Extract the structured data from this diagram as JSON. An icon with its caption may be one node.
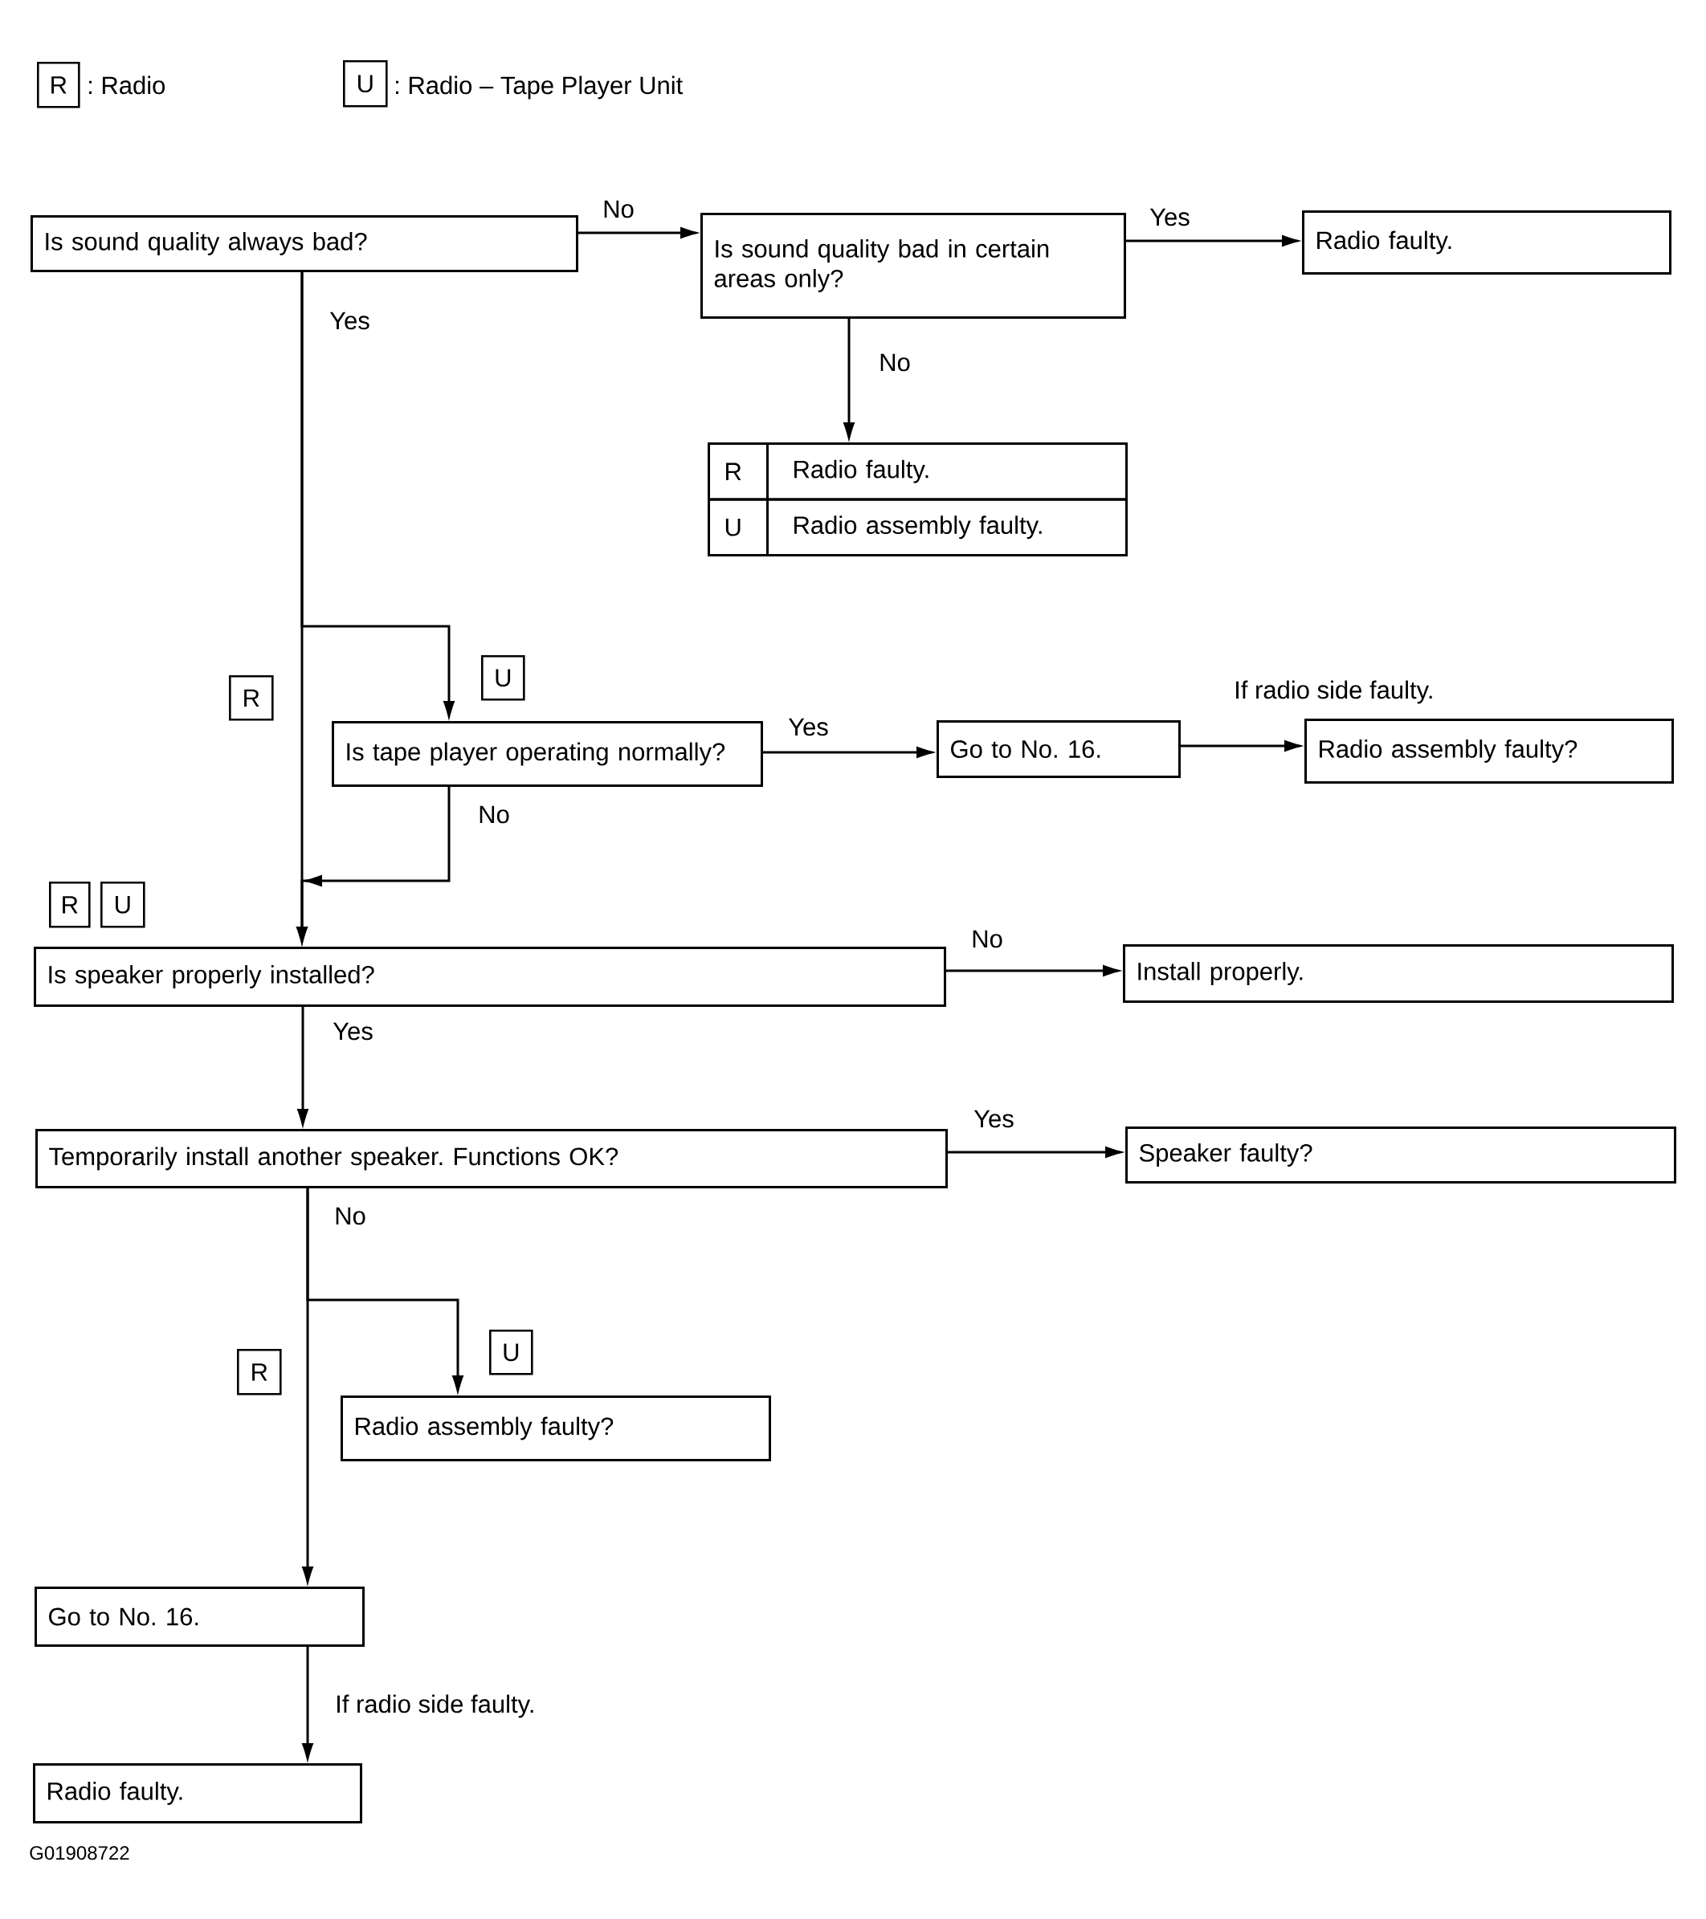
{
  "diagram": {
    "nodes": [
      {
        "text": [
          "R"
        ],
        "beside": [
          ": Radio"
        ]
      },
      {
        "text": [
          "U"
        ],
        "beside": [
          ": Radio – Tape Player Unit"
        ]
      },
      {
        "text": [
          "Is sound quality always bad?"
        ]
      },
      {
        "text": [
          "Is sound quality bad in certain areas only?"
        ]
      },
      {
        "text": [
          "Radio faulty."
        ]
      },
      {
        "text": [
          "R",
          "Radio faulty.",
          "U",
          "Radio assembly faulty."
        ]
      },
      {
        "text": [
          "R"
        ]
      },
      {
        "text": [
          "U"
        ]
      },
      {
        "text": [
          "Is tape player operating normally?"
        ]
      },
      {
        "text": [
          "Go to No. 16."
        ]
      },
      {
        "text": [
          "Radio assembly faulty?"
        ]
      },
      {
        "text": [
          "R"
        ]
      },
      {
        "text": [
          "U"
        ]
      },
      {
        "text": [
          "Is speaker properly installed?"
        ]
      },
      {
        "text": [
          "Install properly."
        ]
      },
      {
        "text": [
          "Temporarily install another speaker. Functions OK?"
        ]
      },
      {
        "text": [
          "Speaker faulty?"
        ]
      },
      {
        "text": [
          "R"
        ]
      },
      {
        "text": [
          "U"
        ]
      },
      {
        "text": [
          "Radio assembly faulty?"
        ]
      },
      {
        "text": [
          "Go to No. 16."
        ]
      },
      {
        "text": [
          "Radio faulty."
        ]
      }
    ],
    "edges": [
      {
        "from": 2,
        "to": 3,
        "arrow": "to",
        "label": "No"
      },
      {
        "from": 3,
        "to": 4,
        "arrow": "to",
        "label": "Yes"
      },
      {
        "from": 3,
        "to": 5,
        "arrow": "to",
        "label": "No"
      },
      {
        "from": 2,
        "to": 13,
        "arrow": "to",
        "label": "Yes"
      },
      {
        "from": 2,
        "to": 8,
        "arrow": "to"
      },
      {
        "from": 8,
        "to": 9,
        "arrow": "to",
        "label": "Yes"
      },
      {
        "from": 9,
        "to": 10,
        "arrow": "to",
        "label": "If radio side faulty."
      },
      {
        "from": 8,
        "to": 13,
        "arrow": "to",
        "label": "No"
      },
      {
        "from": 13,
        "to": 14,
        "arrow": "to",
        "label": "No"
      },
      {
        "from": 13,
        "to": 15,
        "arrow": "to",
        "label": "Yes"
      },
      {
        "from": 15,
        "to": 16,
        "arrow": "to",
        "label": "Yes"
      },
      {
        "from": 15,
        "to": 20,
        "arrow": "to",
        "label": "No"
      },
      {
        "from": 15,
        "to": 19,
        "arrow": "to"
      },
      {
        "from": 20,
        "to": 21,
        "arrow": "to",
        "label": "If radio side faulty."
      }
    ],
    "labels": [
      "G01908722"
    ]
  }
}
